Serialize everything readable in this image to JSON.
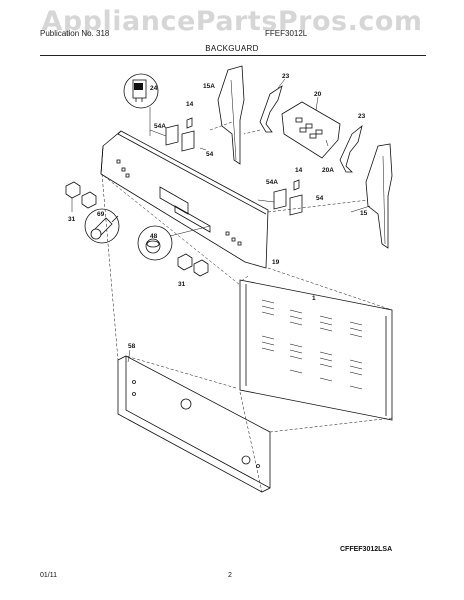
{
  "watermark": "AppliancePartsPros.com",
  "header": {
    "left": "Publication No. 318",
    "right": "FFEF3012L",
    "title": "BACKGUARD"
  },
  "callouts": {
    "c24": "24",
    "c14a": "14",
    "c15a": "15A",
    "c23a": "23",
    "c20": "20",
    "c23b": "23",
    "c54a1": "54A",
    "c54_1": "54",
    "c20a": "20A",
    "c14b": "14",
    "c54a2": "54A",
    "c54_2": "54",
    "c15": "15",
    "c31a": "31",
    "c69": "69",
    "c48": "48",
    "c31b": "31",
    "c19": "19",
    "c1": "1",
    "c58": "58"
  },
  "model": "CFFEF3012LSA",
  "footer": {
    "date": "01/11",
    "page": "2"
  }
}
